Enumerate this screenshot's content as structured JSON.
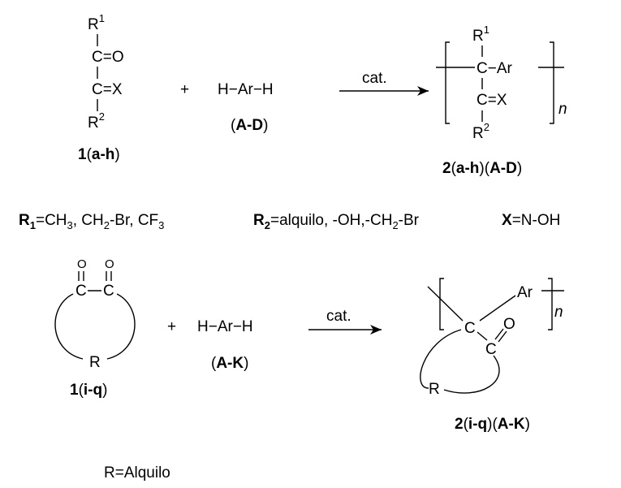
{
  "reaction1": {
    "reactant": {
      "r1": "R",
      "r1_sup": "1",
      "c_o": "C=O",
      "c_x": "C=X",
      "r2": "R",
      "r2_sup": "2",
      "label_num": "1",
      "label_open": "(",
      "label_bold": "a-h",
      "label_close": ")"
    },
    "plus": "+",
    "reagent": {
      "formula": "H−Ar−H",
      "label_open": "(",
      "label_bold": "A-D",
      "label_close": ")"
    },
    "catalyst": "cat.",
    "product": {
      "r1": "R",
      "r1_sup": "1",
      "c_ar": "C−Ar",
      "c_x": "C=X",
      "r2": "R",
      "r2_sup": "2",
      "n": "n",
      "label_num": "2",
      "label_mid1": "(",
      "label_bold1": "a-h",
      "label_mid2": ")(",
      "label_bold2": "A-D",
      "label_close": ")"
    }
  },
  "definitions": {
    "r1_name": "R",
    "r1_sub": "1",
    "r1_values_a": "=CH",
    "r1_sub3": "3",
    "r1_values_b": ", CH",
    "r1_sub2": "2",
    "r1_values_c": "-Br, CF",
    "r1_sub3b": "3",
    "r2_name": "R",
    "r2_sub": "2",
    "r2_values_a": "=alquilo, -OH,-CH",
    "r2_sub2": "2",
    "r2_values_b": "-Br",
    "x_name": "X",
    "x_value": "=N-OH"
  },
  "reaction2": {
    "reactant": {
      "o1": "O",
      "o2": "O",
      "c1": "C",
      "c2": "C",
      "r": "R",
      "label_num": "1",
      "label_open": "(",
      "label_bold": "i-q",
      "label_close": ")"
    },
    "plus": "+",
    "reagent": {
      "formula": "H−Ar−H",
      "label_open": "(",
      "label_bold": "A-K",
      "label_close": ")"
    },
    "catalyst": "cat.",
    "product": {
      "ar": "Ar",
      "c1": "C",
      "c2": "C",
      "o": "O",
      "r": "R",
      "n": "n",
      "label_num": "2",
      "label_mid1": "(",
      "label_bold1": "i-q",
      "label_mid2": ")(",
      "label_bold2": "A-K",
      "label_close": ")"
    }
  },
  "footnote": "R=Alquilo"
}
